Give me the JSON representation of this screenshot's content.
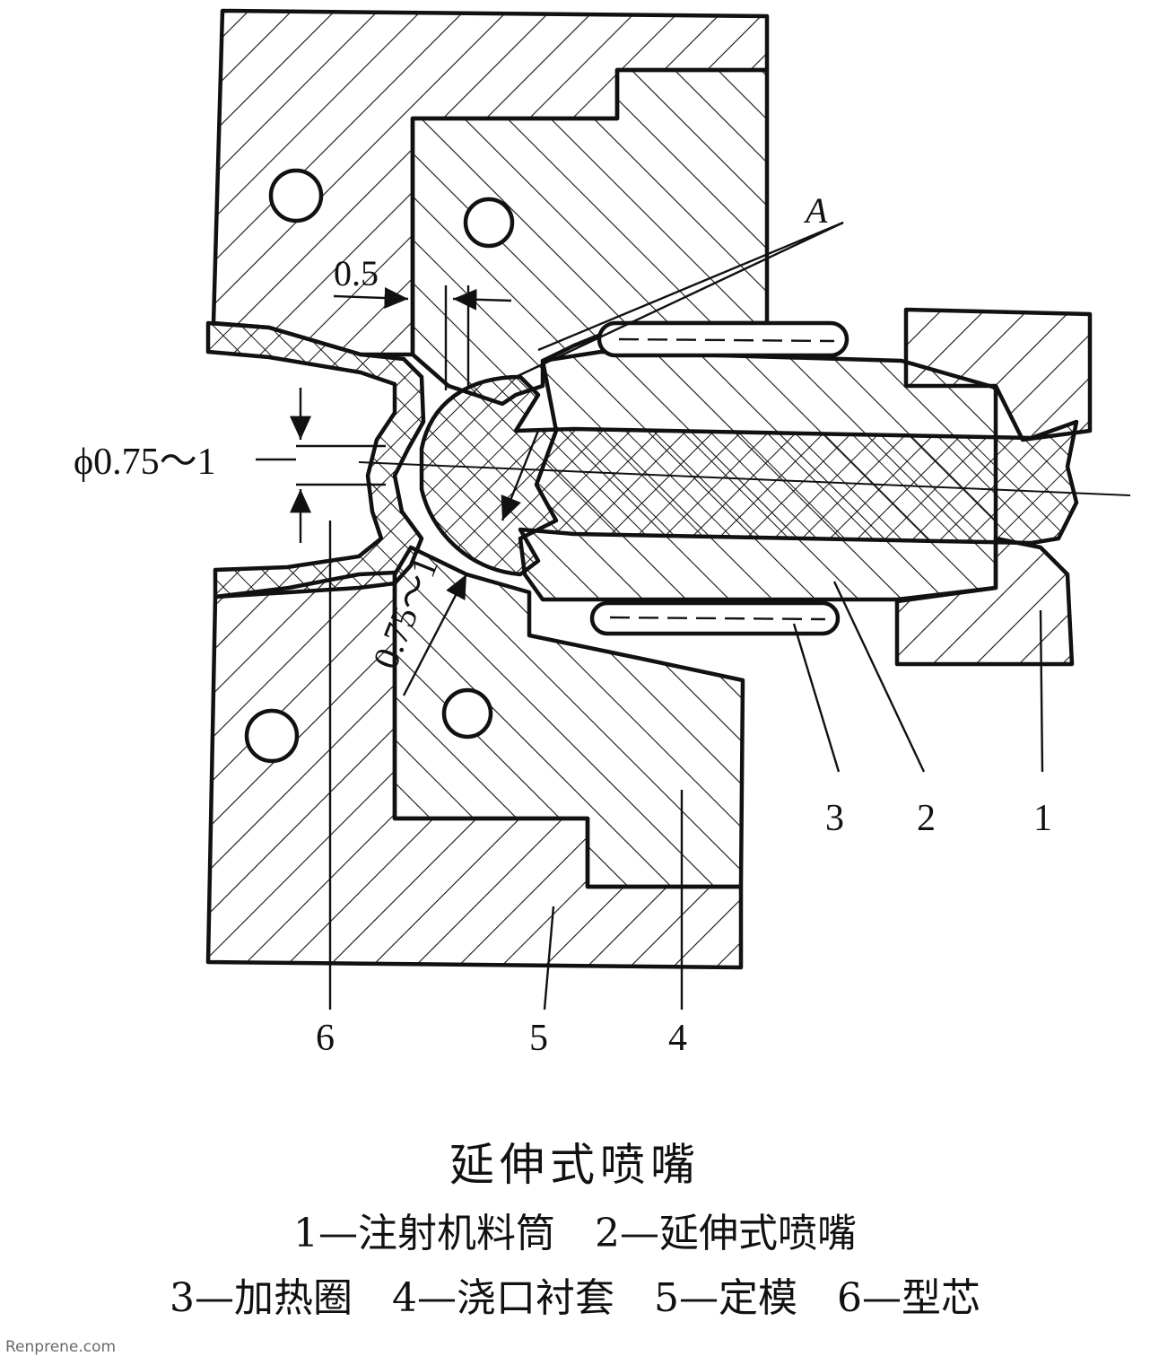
{
  "figure": {
    "title": "延伸式喷嘴",
    "legend_line_1": "1—注射机料筒　2—延伸式喷嘴",
    "legend_line_2": "3—加热圈　4—浇口衬套　5—定模　6—型芯",
    "part_labels": [
      "1",
      "2",
      "3",
      "4",
      "5",
      "6"
    ],
    "dimensions": {
      "gap": "0.5",
      "detail": "A",
      "orifice": "ϕ0.75～1",
      "radius": "0.75～1"
    }
  },
  "watermark": "Renprene.com"
}
